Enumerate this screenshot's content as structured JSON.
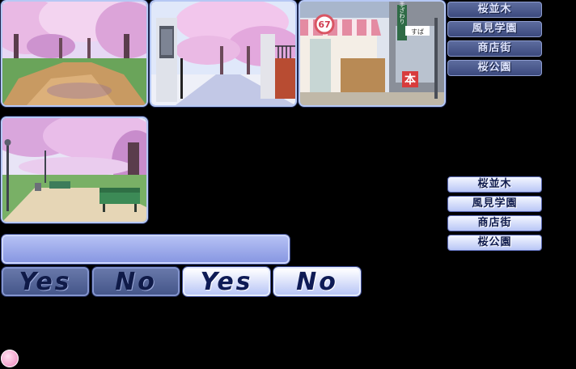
{
  "locations": {
    "dark": [
      {
        "label": "桜並木"
      },
      {
        "label": "風見学園"
      },
      {
        "label": "商店街"
      },
      {
        "label": "桜公園"
      }
    ],
    "light": [
      {
        "label": "桜並木"
      },
      {
        "label": "風見学園"
      },
      {
        "label": "商店街"
      },
      {
        "label": "桜公園"
      }
    ]
  },
  "scene_text": {
    "shop_sign_number": "67",
    "shop_sign_kanji": "本",
    "shop_vertical_sign": "手ざわり",
    "shop_door_sign": "すば"
  },
  "dialog": {
    "message": "",
    "yes_label": "Yes",
    "no_label": "No"
  },
  "colors": {
    "frame": "#b6c8f4",
    "button_dark": "#45568a",
    "button_light": "#b9c6f6",
    "sakura_pink": "#f4c2e6"
  }
}
